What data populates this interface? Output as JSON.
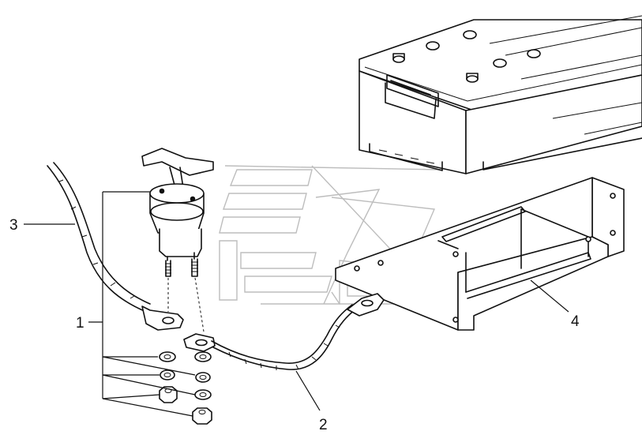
{
  "callouts": {
    "c1": "1",
    "c2": "2",
    "c3": "3",
    "c4": "4"
  },
  "colors": {
    "ink": "#111111",
    "watermark": "#bdbdbd",
    "background": "#ffffff"
  }
}
